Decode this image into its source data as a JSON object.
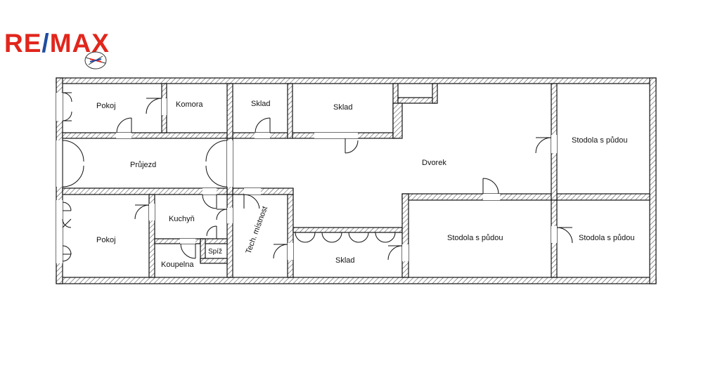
{
  "brand": {
    "logo_text": "RE/MAX",
    "colors": {
      "red": "#e1261c",
      "blue": "#1f4da0"
    }
  },
  "plan": {
    "rooms": {
      "pokoj_top": "Pokoj",
      "komora": "Komora",
      "sklad_small": "Sklad",
      "sklad_top": "Sklad",
      "prujezd": "Průjezd",
      "dvorek": "Dvorek",
      "stodola_top_right": "Stodola s půdou",
      "pokoj_bottom": "Pokoj",
      "kuchyn": "Kuchyň",
      "spiz": "Spíž",
      "koupelna": "Koupelna",
      "tech_mistnost": "Tech. místnost",
      "sklad_bottom": "Sklad",
      "stodola_bottom_mid": "Stodola s půdou",
      "stodola_bottom_right": "Stodola s půdou"
    }
  }
}
